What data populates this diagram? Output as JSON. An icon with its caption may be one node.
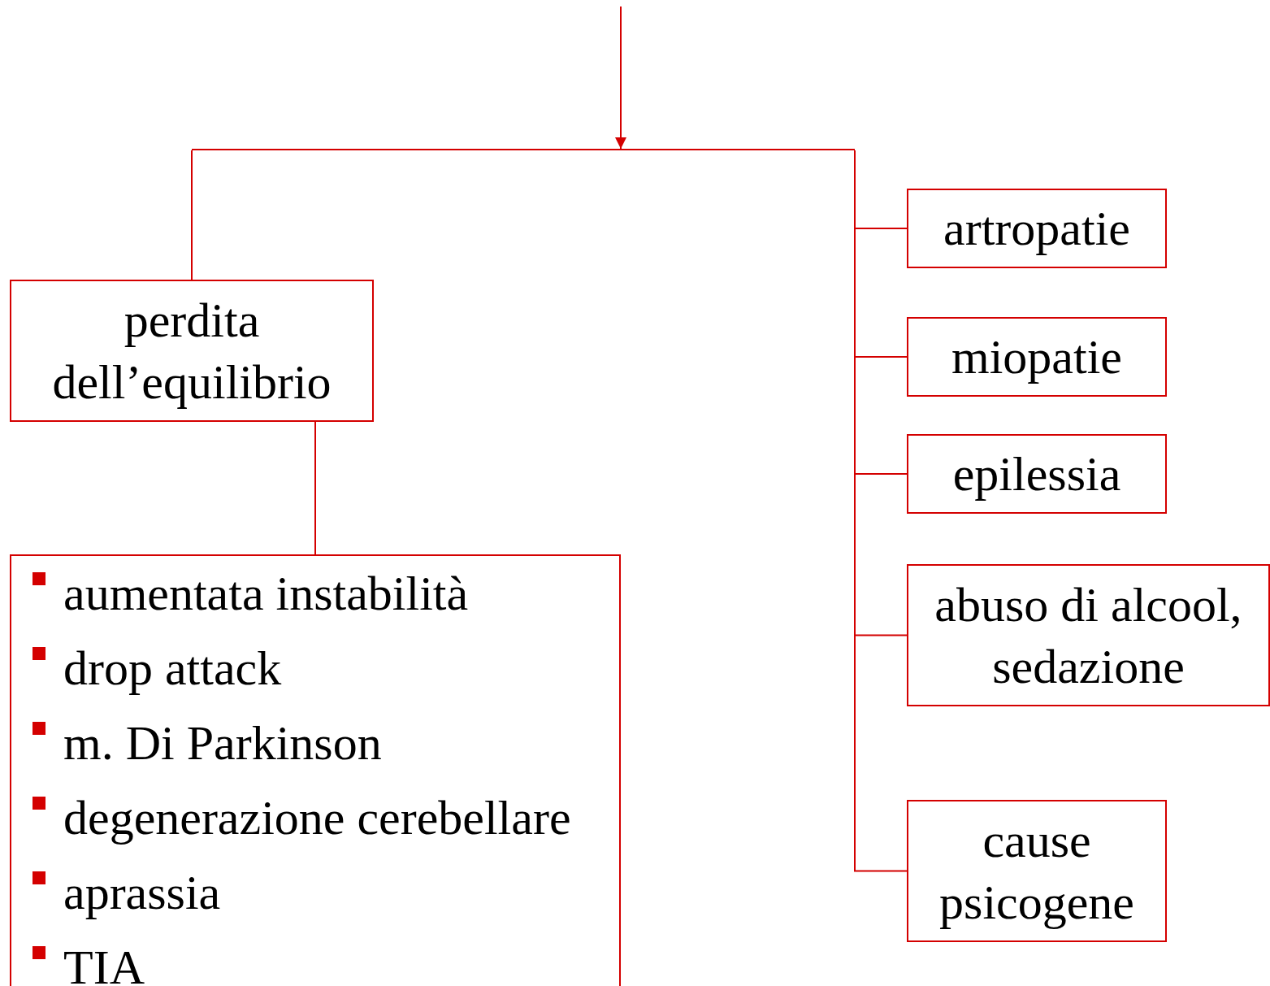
{
  "diagram": {
    "nodes": [
      {
        "text": [],
        "shape": "bar"
      },
      {
        "text": [
          "perdita dell’equilibrio"
        ]
      },
      {
        "text": [
          "aumentata instabilità",
          "drop attack",
          "m. Di Parkinson",
          "degenerazione cerebellare",
          "aprassia",
          "TIA"
        ]
      },
      {
        "text": [
          "artropatie"
        ]
      },
      {
        "text": [
          "miopatie"
        ]
      },
      {
        "text": [
          "epilessia"
        ]
      },
      {
        "text": [
          "abuso di alcool, sedazione"
        ]
      },
      {
        "text": [
          "cause psicogene"
        ]
      }
    ],
    "edges": [
      {
        "from": null,
        "to": 0,
        "arrow": "to"
      },
      {
        "from": 0,
        "to": 1,
        "arrow": "none"
      },
      {
        "from": 0,
        "to": 3,
        "arrow": "none"
      },
      {
        "from": 0,
        "to": 4,
        "arrow": "none"
      },
      {
        "from": 0,
        "to": 5,
        "arrow": "none"
      },
      {
        "from": 0,
        "to": 6,
        "arrow": "none"
      },
      {
        "from": 0,
        "to": 7,
        "arrow": "none"
      },
      {
        "from": 1,
        "to": 2,
        "arrow": "none"
      }
    ]
  }
}
